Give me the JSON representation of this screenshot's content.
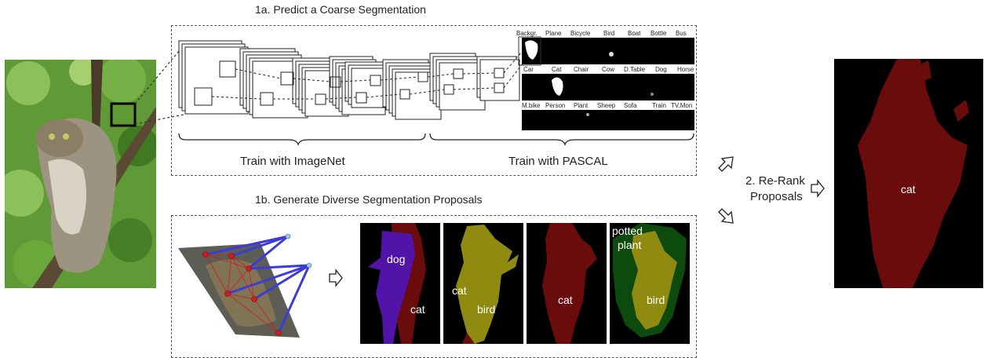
{
  "step_1a": {
    "title": "1a. Predict a Coarse Segmentation"
  },
  "step_1b": {
    "title": "1b. Generate Diverse Segmentation Proposals"
  },
  "step_2": {
    "line1": "2. Re-Rank",
    "line2": "Proposals"
  },
  "braces": {
    "imagenet": "Train with ImageNet",
    "pascal": "Train with PASCAL"
  },
  "class_rows": [
    [
      "Backgr.",
      "Plane",
      "Bicycle",
      "Bird",
      "Boat",
      "Bottle",
      "Bus"
    ],
    [
      "Car",
      "Cat",
      "Chair",
      "Cow",
      "D.Table",
      "Dog",
      "Horse"
    ],
    [
      "M.bike",
      "Person",
      "Plant",
      "Sheep",
      "Sofa",
      "Train",
      "TV.Mon"
    ]
  ],
  "proposals": [
    {
      "labels": [
        "dog",
        "cat"
      ]
    },
    {
      "labels": [
        "cat",
        "bird"
      ]
    },
    {
      "labels": [
        "cat"
      ]
    },
    {
      "labels": [
        "potted",
        "plant",
        "bird"
      ]
    }
  ],
  "final": {
    "label": "cat"
  },
  "colors": {
    "cat": "#6b0c0c",
    "dog": "#5214a8",
    "bird": "#8f8a10",
    "plant": "#0d4a0d",
    "foliage": "#4f8f2a",
    "crf_edge": "#3b3bd9",
    "crf_node": "#cc1e1e"
  }
}
